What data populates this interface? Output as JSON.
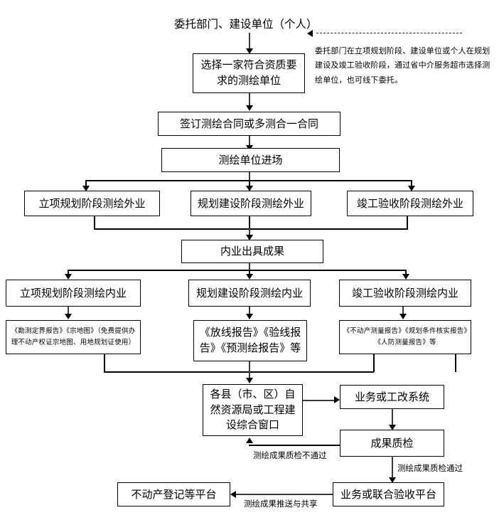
{
  "diagram": {
    "title": "委托部门、建设单位（个人）",
    "note": "委托部门在立项规划阶段、建设单位或个人在规划建设及竣工验收阶段，通过省中介服务超市选择测绘单位，也可线下委托。",
    "nodes": {
      "select_unit": "选择一家符合资质要求的测绘单位",
      "sign_contract": "签订测绘合同或多测合一合同",
      "unit_enter": "测绘单位进场",
      "field_project": "立项规划阶段测绘外业",
      "field_construction": "规划建设阶段测绘外业",
      "field_acceptance": "竣工验收阶段测绘外业",
      "office_output": "内业出具成果",
      "office_project": "立项规划阶段测绘内业",
      "office_construction": "规划建设阶段测绘内业",
      "office_acceptance": "竣工验收阶段测绘内业",
      "result_project": "《勘测定界报告》《宗地图》（免费提供办理不动产权证宗地图、用地规划证使用）",
      "result_construction": "《放线报告》《验线报告》《预测绘报告》等",
      "result_acceptance": "《不动产测量报告》《规划条件核实报告》《人防测量报告》等",
      "county_bureau": "各县（市、区）自然资源局或工程建设综合窗口",
      "business_system": "业务或工改系统",
      "quality_check": "成果质检",
      "joint_platform": "业务或联合验收平台",
      "registration_platform": "不动产登记等平台"
    },
    "edge_labels": {
      "check_fail": "测绘成果质检不通过",
      "check_pass": "测绘成果质检通过",
      "push_share": "测绘成果推送与共享"
    },
    "colors": {
      "border": "#000000",
      "line": "#3a3a3a",
      "background": "#ffffff",
      "text": "#000000"
    }
  }
}
